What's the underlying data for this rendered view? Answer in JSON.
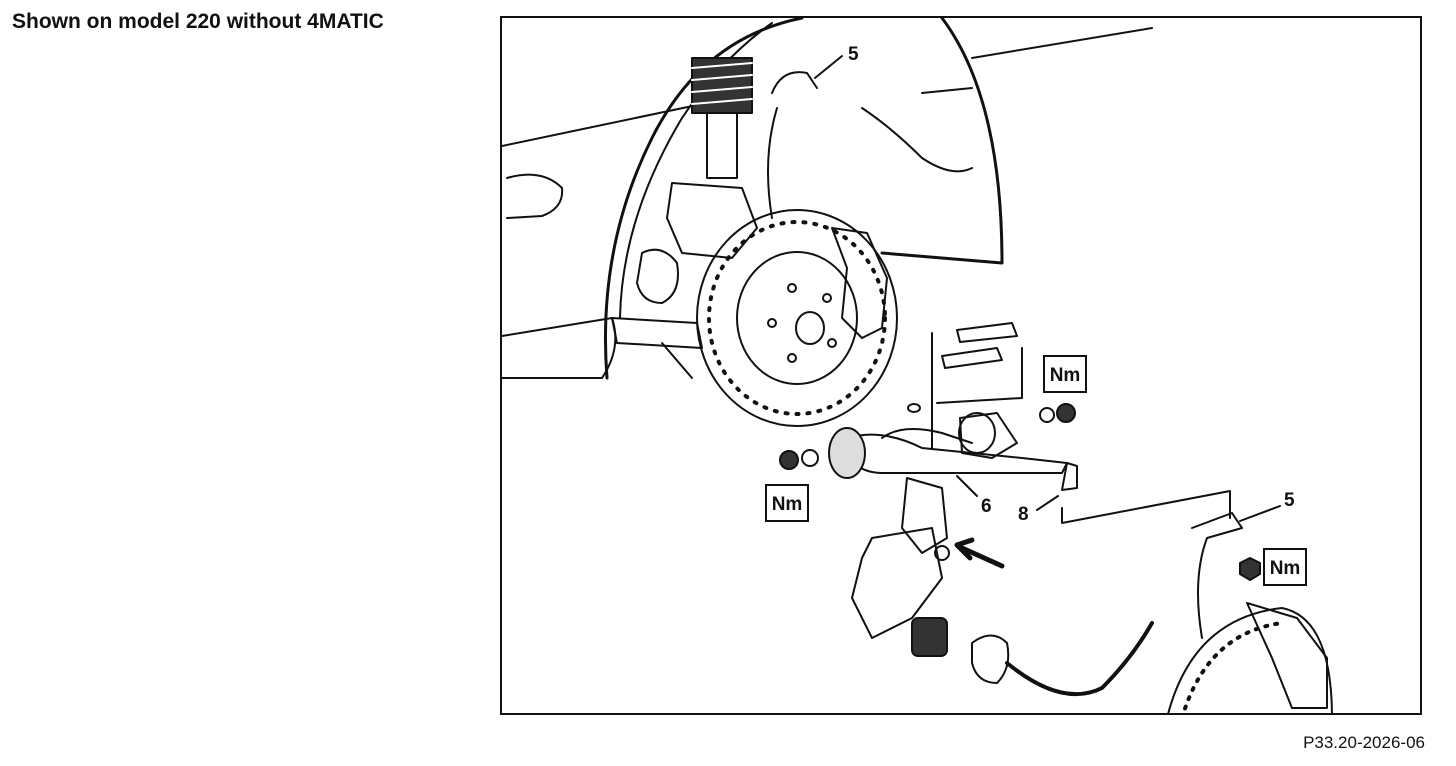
{
  "caption": "Shown on model 220 without 4MATIC",
  "figure_id": "P33.20-2026-06",
  "callouts": {
    "c5_top": "5",
    "c6": "6",
    "c8": "8",
    "c5_right": "5"
  },
  "torque_label": "Nm"
}
